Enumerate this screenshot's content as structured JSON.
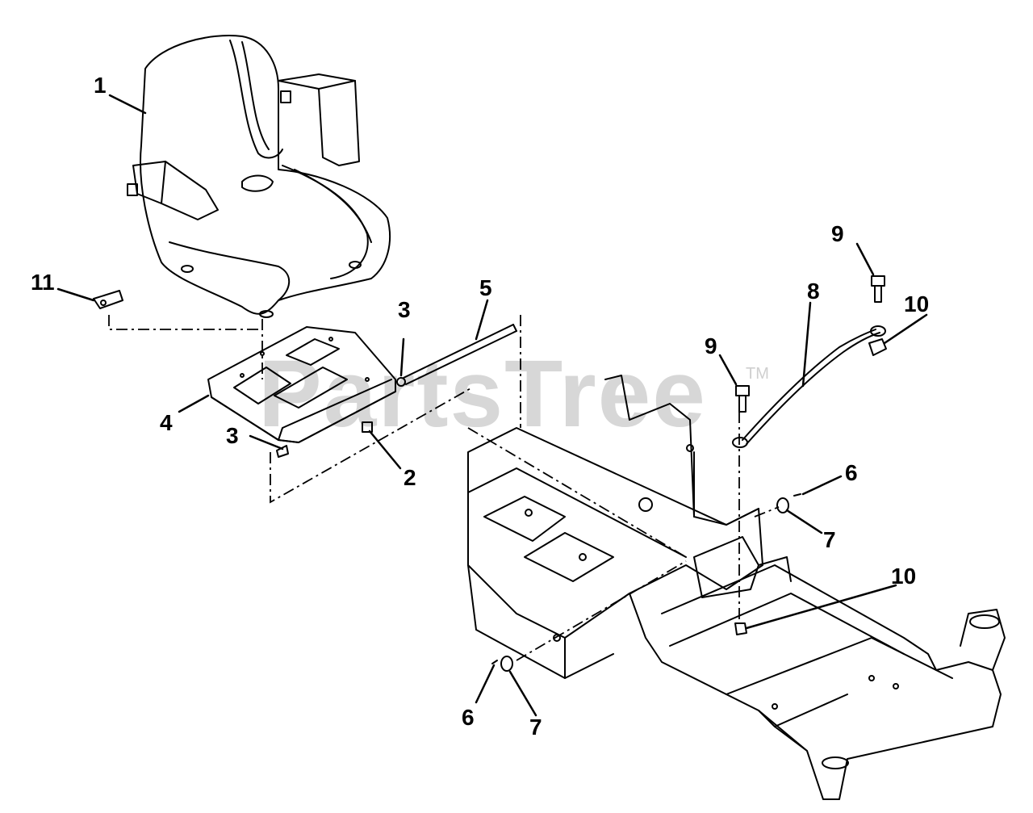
{
  "watermark": {
    "text": "PartsTree",
    "tm": "TM"
  },
  "callouts": [
    {
      "id": "c1",
      "label": "1"
    },
    {
      "id": "c11",
      "label": "11"
    },
    {
      "id": "c4",
      "label": "4"
    },
    {
      "id": "c3a",
      "label": "3"
    },
    {
      "id": "c3b",
      "label": "3"
    },
    {
      "id": "c2",
      "label": "2"
    },
    {
      "id": "c5",
      "label": "5"
    },
    {
      "id": "c9a",
      "label": "9"
    },
    {
      "id": "c8",
      "label": "8"
    },
    {
      "id": "c9b",
      "label": "9"
    },
    {
      "id": "c10a",
      "label": "10"
    },
    {
      "id": "c6a",
      "label": "6"
    },
    {
      "id": "c7a",
      "label": "7"
    },
    {
      "id": "c10b",
      "label": "10"
    },
    {
      "id": "c6b",
      "label": "6"
    },
    {
      "id": "c7b",
      "label": "7"
    }
  ]
}
